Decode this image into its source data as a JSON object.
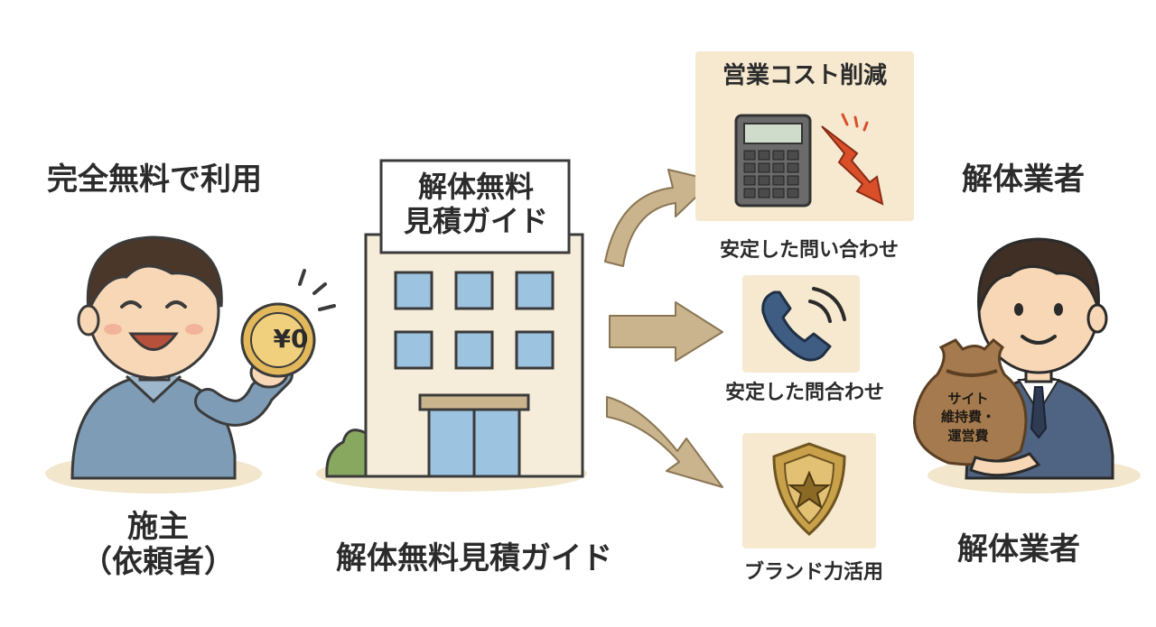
{
  "client": {
    "top_label": "完全無料で利用",
    "coin_text": "¥0",
    "bottom_label_line1": "施主",
    "bottom_label_line2": "（依頼者）"
  },
  "building": {
    "sign_line1": "解体無料",
    "sign_line2": "見積ガイド",
    "bottom_label": "解体無料見積ガイド"
  },
  "benefits": {
    "cost": {
      "title": "営業コスト削減"
    },
    "inquiries": {
      "caption_top": "安定した問い合わせ",
      "caption_bottom": "安定した問合わせ"
    },
    "brand": {
      "caption": "ブランド力活用"
    }
  },
  "contractor": {
    "top_label": "解体業者",
    "bag_line1": "サイト",
    "bag_line2": "維持費・",
    "bag_line3": "運営費",
    "bottom_label": "解体業者"
  },
  "colors": {
    "arrow": "#c9b48d",
    "panel": "#f6e9cf",
    "building": "#f5ecd9",
    "window": "#9cc3e0",
    "client_shirt": "#7e9cb6",
    "suit": "#4f6382",
    "coin": "#e2b85a",
    "alert": "#d94f2a"
  }
}
